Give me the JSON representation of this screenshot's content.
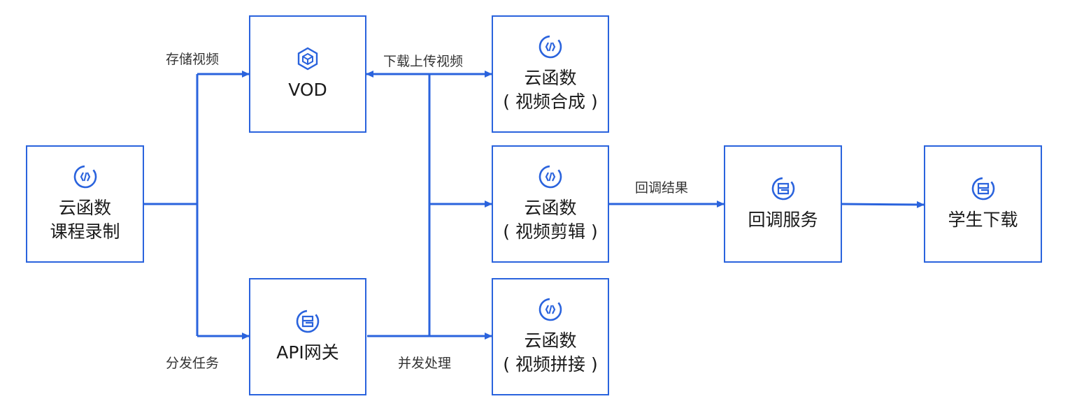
{
  "colors": {
    "accent": "#2a63dd",
    "icon": "#2a63dd"
  },
  "nodes": {
    "record": {
      "line1": "云函数",
      "line2": "课程录制",
      "icon": "cloud-function-icon"
    },
    "vod": {
      "line1": "VOD",
      "line2": "",
      "icon": "vod-cube-icon"
    },
    "gateway": {
      "line1": "API网关",
      "line2": "",
      "icon": "api-gateway-icon"
    },
    "compose": {
      "line1": "云函数",
      "line2": "( 视频合成 )",
      "icon": "cloud-function-icon"
    },
    "clip": {
      "line1": "云函数",
      "line2": "( 视频剪辑 )",
      "icon": "cloud-function-icon"
    },
    "splice": {
      "line1": "云函数",
      "line2": "( 视频拼接 )",
      "icon": "cloud-function-icon"
    },
    "callback": {
      "line1": "回调服务",
      "line2": "",
      "icon": "api-gateway-icon"
    },
    "download": {
      "line1": "学生下载",
      "line2": "",
      "icon": "api-gateway-icon"
    }
  },
  "edge_labels": {
    "store": "存储视频",
    "dispatch": "分发任务",
    "download_upload": "下载上传视频",
    "parallel": "并发处理",
    "callback_result": "回调结果"
  }
}
